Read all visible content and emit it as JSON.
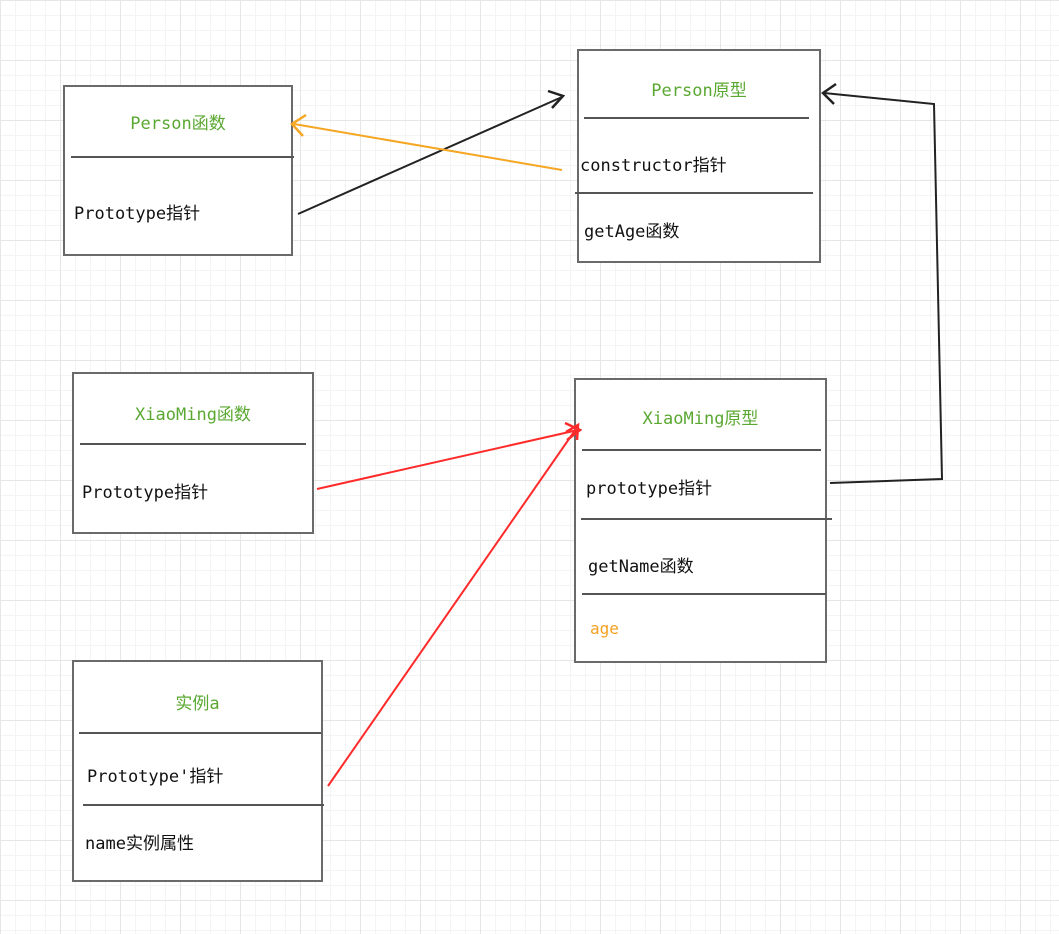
{
  "boxes": {
    "person_function": {
      "title": "Person函数",
      "field_1": "Prototype指针"
    },
    "person_prototype": {
      "title": "Person原型",
      "field_1": "constructor指针",
      "field_2": "getAge函数"
    },
    "xiaoming_function": {
      "title": "XiaoMing函数",
      "field_1": "Prototype指针"
    },
    "xiaoming_prototype": {
      "title": "XiaoMing原型",
      "field_1": "prototype指针",
      "field_2": "getName函数",
      "field_3": "age"
    },
    "instance_a": {
      "title": "实例a",
      "field_1": "Prototype'指针",
      "field_2": "name实例属性"
    }
  },
  "colors": {
    "title_green": "#5aa832",
    "arrow_black": "#222222",
    "arrow_orange": "#f5a623",
    "arrow_red": "#ff2a2a",
    "border_gray": "#6a6a6a"
  }
}
